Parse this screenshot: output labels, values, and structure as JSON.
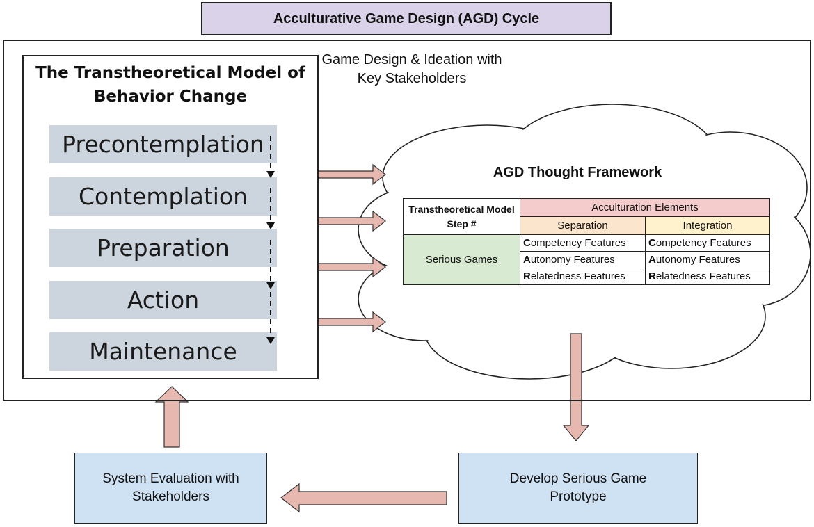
{
  "title": "Acculturative Game Design (AGD) Cycle",
  "ttm": {
    "title": "The Transtheoretical Model of Behavior Change",
    "stages": [
      "Precontemplation",
      "Contemplation",
      "Preparation",
      "Action",
      "Maintenance"
    ]
  },
  "ideation_label": "Game Design & Ideation with Key Stakeholders",
  "framework": {
    "title": "AGD Thought Framework",
    "table": {
      "step_header": "Transtheoretical Model Step #",
      "group_header": "Acculturation Elements",
      "col_separation": "Separation",
      "col_integration": "Integration",
      "row_label": "Serious Games",
      "features": [
        {
          "initial": "C",
          "rest": "ompetency Features"
        },
        {
          "initial": "A",
          "rest": "utonomy Features"
        },
        {
          "initial": "R",
          "rest": "elatedness Features"
        }
      ]
    }
  },
  "develop_label": "Develop Serious Game Prototype",
  "evaluation_label": "System Evaluation with Stakeholders",
  "colors": {
    "title_bg": "#d9d2e9",
    "stage_bg": "#ccd4de",
    "arrow_fill": "#e6b8b0",
    "acculturation_bg": "#f4cccc",
    "separation_bg": "#fce5cd",
    "integration_bg": "#fff2cc",
    "serious_games_bg": "#d9ead3",
    "process_box_bg": "#cfe2f3"
  }
}
